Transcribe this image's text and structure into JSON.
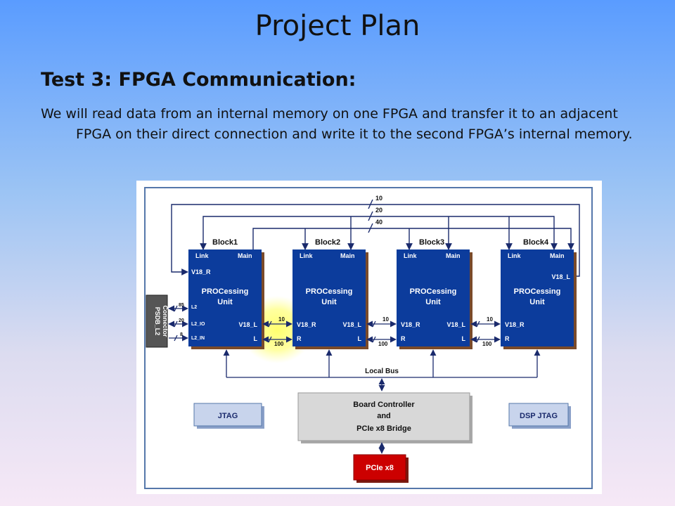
{
  "slide": {
    "title": "Project Plan",
    "subtitle": "Test 3: FPGA Communication:",
    "body": "We will read data from an internal memory on one FPGA and transfer it to an adjacent FPGA on their direct connection and write it to the second FPGA’s internal memory."
  },
  "diagram": {
    "top_bus_widths": [
      "10",
      "20",
      "40"
    ],
    "blocks": [
      {
        "name": "Block1",
        "link": "Link",
        "main": "Main",
        "unit_line1": "PROCessing",
        "unit_line2": "Unit",
        "left_top": "V18_R",
        "right_mid": "V18_L",
        "right_bottom": "L"
      },
      {
        "name": "Block2",
        "link": "Link",
        "main": "Main",
        "unit_line1": "PROCessing",
        "unit_line2": "Unit",
        "left_mid": "V18_R",
        "left_bottom": "R",
        "right_mid": "V18_L",
        "right_bottom": "L"
      },
      {
        "name": "Block3",
        "link": "Link",
        "main": "Main",
        "unit_line1": "PROCessing",
        "unit_line2": "Unit",
        "left_mid": "V18_R",
        "left_bottom": "R",
        "right_mid": "V18_L",
        "right_bottom": "L"
      },
      {
        "name": "Block4",
        "link": "Link",
        "main": "Main",
        "unit_line1": "PROCessing",
        "unit_line2": "Unit",
        "right_top": "V18_L",
        "left_mid": "V18_R",
        "left_bottom": "R"
      }
    ],
    "connector": {
      "label_line1": "PSDB_L2",
      "label_line2": "Connector",
      "pins": [
        {
          "width": "85",
          "port": "L2"
        },
        {
          "width": "20",
          "port": "L2_IO"
        },
        {
          "width": "8",
          "port": "L2_IN"
        }
      ]
    },
    "links": [
      {
        "upper": "10",
        "lower": "100"
      },
      {
        "upper": "10",
        "lower": "100"
      },
      {
        "upper": "10",
        "lower": "100"
      }
    ],
    "local_bus": "Local Bus",
    "jtag": "JTAG",
    "dsp_jtag": "DSP JTAG",
    "controller_line1": "Board Controller",
    "controller_line2": "and",
    "controller_line3": "PCIe x8 Bridge",
    "pcie": "PCIe x8",
    "colors": {
      "block": "#0c3c9c",
      "highlight": "#ffff66",
      "pcie": "#cc0000",
      "controller": "#d8d8d8",
      "frame": "#5577aa"
    }
  }
}
